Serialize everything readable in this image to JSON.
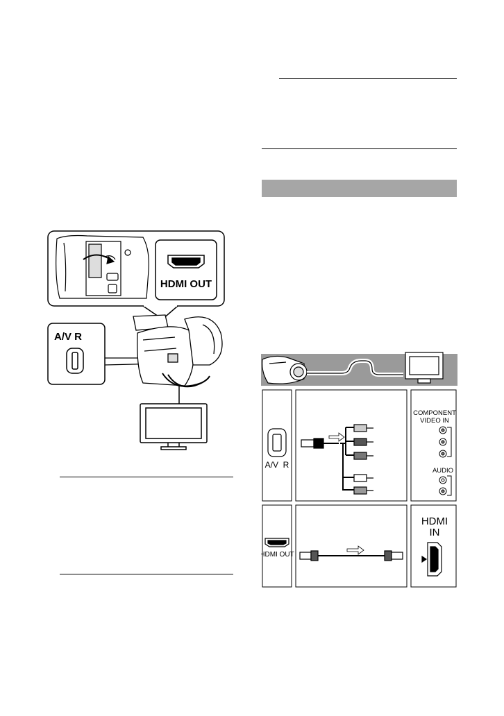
{
  "left_figure": {
    "port_callout_label": "HDMI OUT",
    "av_callout_label": "A/V R"
  },
  "right_figure": {
    "tv_component_label_line1": "COMPONENT",
    "tv_component_label_line2": "VIDEO IN",
    "tv_audio_label": "AUDIO",
    "cam_av_label": "A/V  R",
    "cam_hdmi_label": "HDMI OUT",
    "tv_hdmi_label_line1": "HDMI",
    "tv_hdmi_label_line2": "IN"
  },
  "colors": {
    "section_bar": "#a6a6a6",
    "diagram_header": "#9a9a9a",
    "rule": "#000000"
  }
}
